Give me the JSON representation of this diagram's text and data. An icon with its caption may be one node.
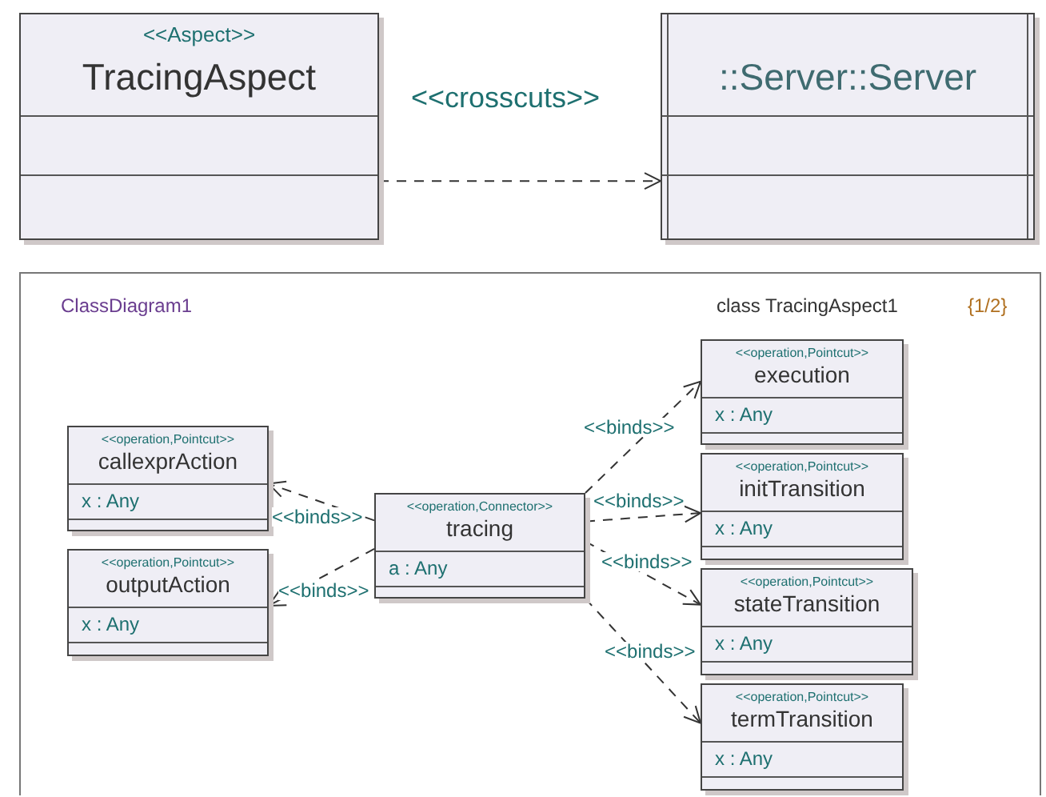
{
  "diagram": {
    "nodes": [
      {
        "text": [
          "<<Aspect>>",
          "TracingAspect"
        ]
      },
      {
        "text": [
          "::Server::Server"
        ]
      },
      {
        "text": [
          "ClassDiagram1",
          "class TracingAspect1",
          "{1/2}"
        ]
      },
      {
        "text": [
          "<<operation,Pointcut>>",
          "callexprAction",
          "x : Any"
        ],
        "in": 2
      },
      {
        "text": [
          "<<operation,Pointcut>>",
          "outputAction",
          "x : Any"
        ],
        "in": 2
      },
      {
        "text": [
          "<<operation,Connector>>",
          "tracing",
          "a : Any"
        ],
        "in": 2
      },
      {
        "text": [
          "<<operation,Pointcut>>",
          "execution",
          "x : Any"
        ],
        "in": 2
      },
      {
        "text": [
          "<<operation,Pointcut>>",
          "initTransition",
          "x : Any"
        ],
        "in": 2
      },
      {
        "text": [
          "<<operation,Pointcut>>",
          "stateTransition",
          "x : Any"
        ],
        "in": 2
      },
      {
        "text": [
          "<<operation,Pointcut>>",
          "termTransition",
          "x : Any"
        ],
        "in": 2
      }
    ],
    "edges": [
      {
        "from": 0,
        "to": 1,
        "arrow": "to",
        "label": "<<crosscuts>>",
        "style": "dashed"
      },
      {
        "from": 5,
        "to": 3,
        "arrow": "to",
        "label": "<<binds>>",
        "style": "dashed"
      },
      {
        "from": 5,
        "to": 4,
        "arrow": "to",
        "label": "<<binds>>",
        "style": "dashed"
      },
      {
        "from": 5,
        "to": 6,
        "arrow": "to",
        "label": "<<binds>>",
        "style": "dashed"
      },
      {
        "from": 5,
        "to": 7,
        "arrow": "to",
        "label": "<<binds>>",
        "style": "dashed"
      },
      {
        "from": 5,
        "to": 8,
        "arrow": "to",
        "label": "<<binds>>",
        "style": "dashed"
      },
      {
        "from": 5,
        "to": 9,
        "arrow": "to",
        "label": "<<binds>>",
        "style": "dashed"
      }
    ]
  }
}
